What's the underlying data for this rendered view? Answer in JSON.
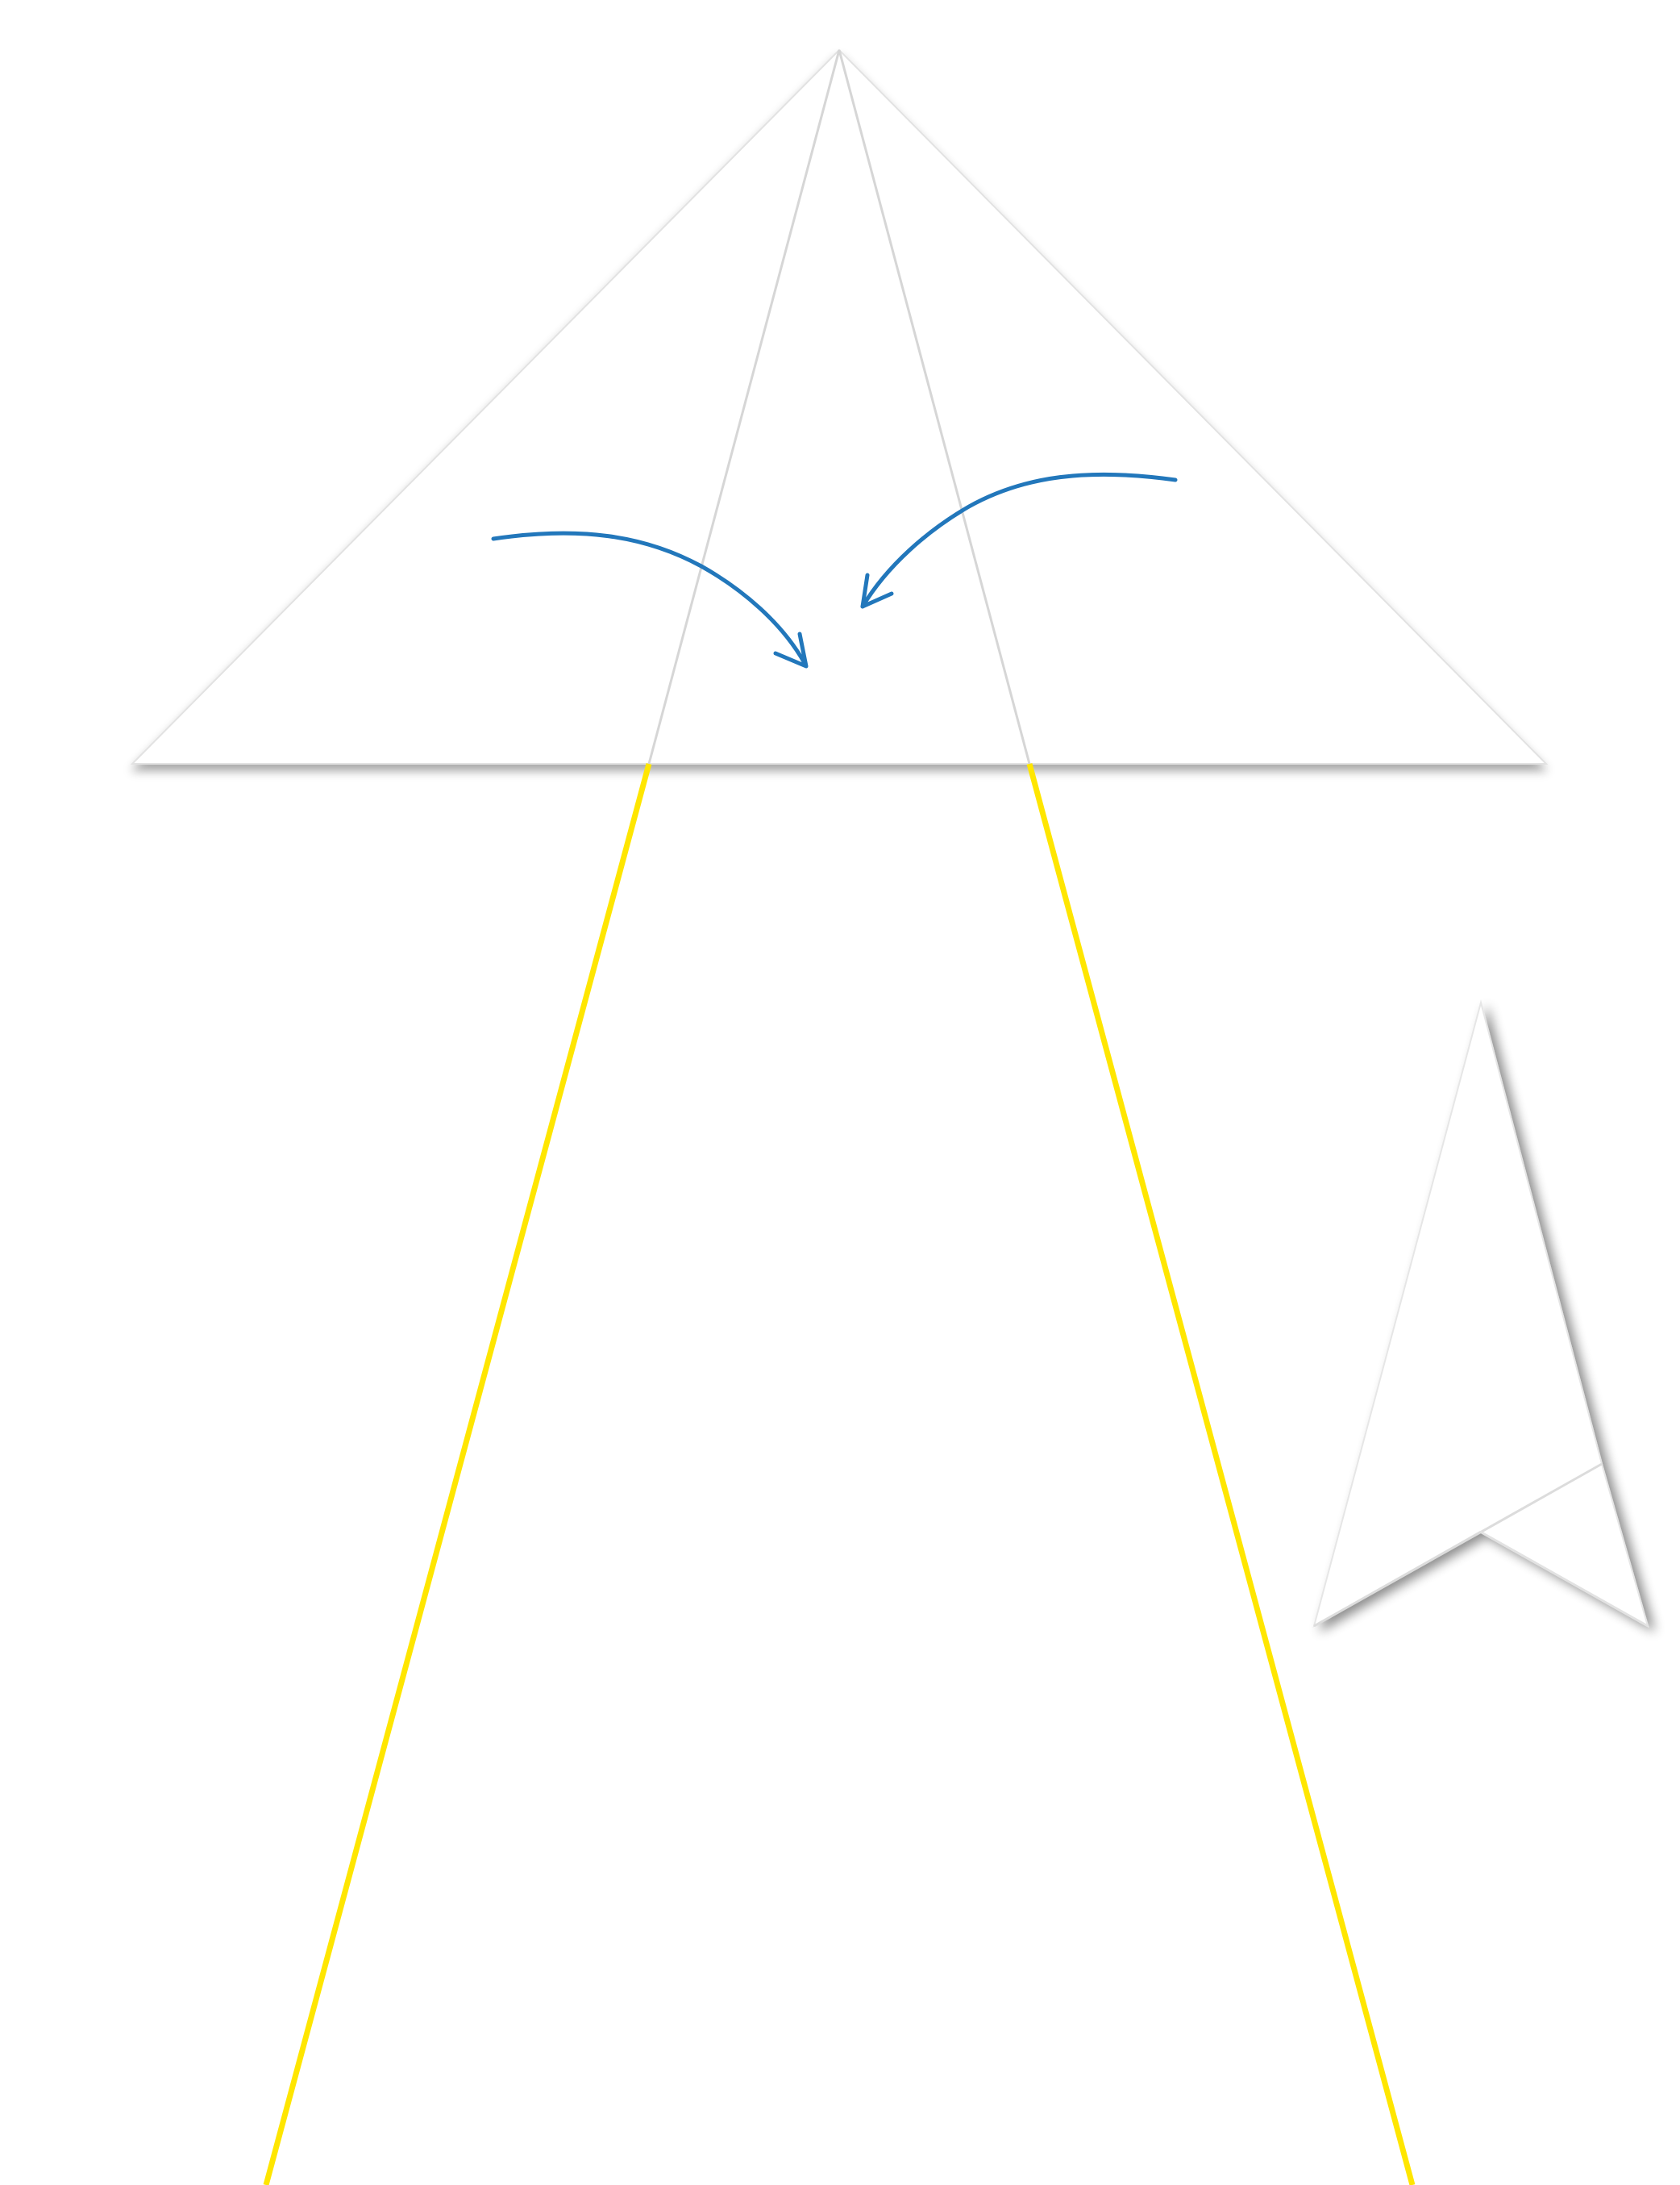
{
  "diagram": {
    "kind": "paper-folding-instructions",
    "steps": [
      {
        "name": "fold-kite-sides-to-center",
        "description_visible": false
      },
      {
        "name": "folded-result-preview",
        "description_visible": false
      }
    ],
    "colors": {
      "background": "#ffffff",
      "paper_fill": "#ffffff",
      "crease_line": "#d6d6d6",
      "fold_guide": "#ffe600",
      "arrow": "#2277bb",
      "shadow": "#000000"
    },
    "icons": {
      "fold_arrow_left": "curved-arrow-icon",
      "fold_arrow_right": "curved-arrow-icon"
    }
  }
}
